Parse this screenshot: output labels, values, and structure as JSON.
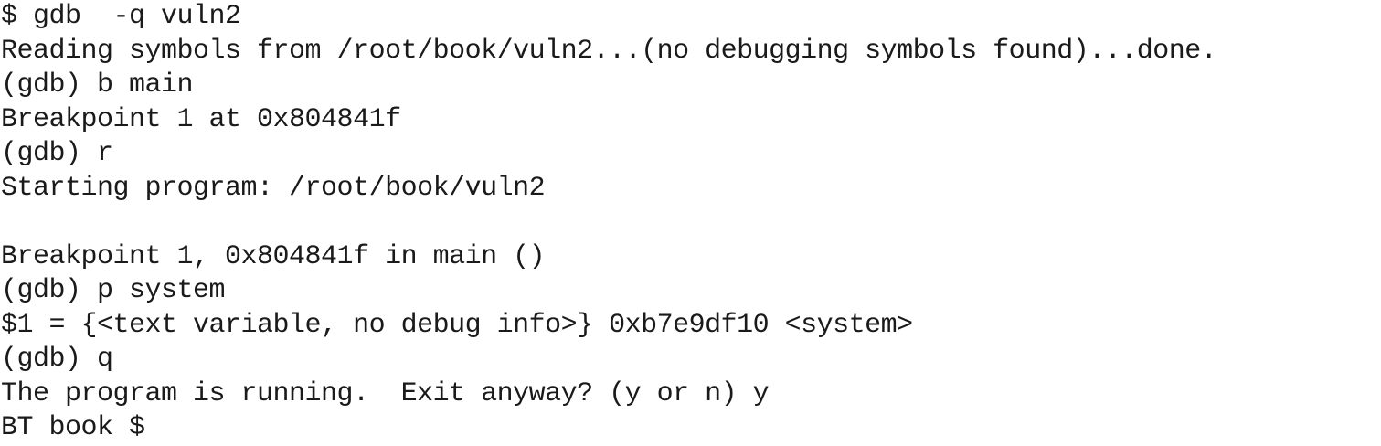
{
  "terminal": {
    "lines": [
      "$ gdb  -q vuln2",
      "Reading symbols from /root/book/vuln2...(no debugging symbols found)...done.",
      "(gdb) b main",
      "Breakpoint 1 at 0x804841f",
      "(gdb) r",
      "Starting program: /root/book/vuln2",
      "",
      "Breakpoint 1, 0x804841f in main ()",
      "(gdb) p system",
      "$1 = {<text variable, no debug info>} 0xb7e9df10 <system>",
      "(gdb) q",
      "The program is running.  Exit anyway? (y or n) y",
      "BT book $"
    ]
  }
}
